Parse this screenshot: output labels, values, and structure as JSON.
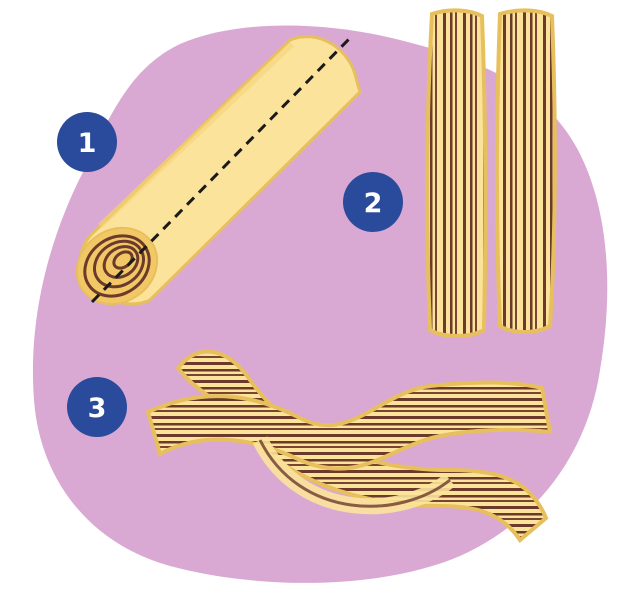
{
  "steps": [
    {
      "number": "1",
      "label": "roll-dough"
    },
    {
      "number": "2",
      "label": "cut-roll-lengthwise"
    },
    {
      "number": "3",
      "label": "twist-strips-together"
    }
  ],
  "colors": {
    "background_blob": "#d9a9d3",
    "dough": "#fbe39b",
    "dough_edge": "#e7bf5c",
    "filling": "#6b3a2a",
    "badge": "#2a4a9c",
    "badge_text": "#ffffff",
    "cut_line": "#1a1a1a"
  }
}
